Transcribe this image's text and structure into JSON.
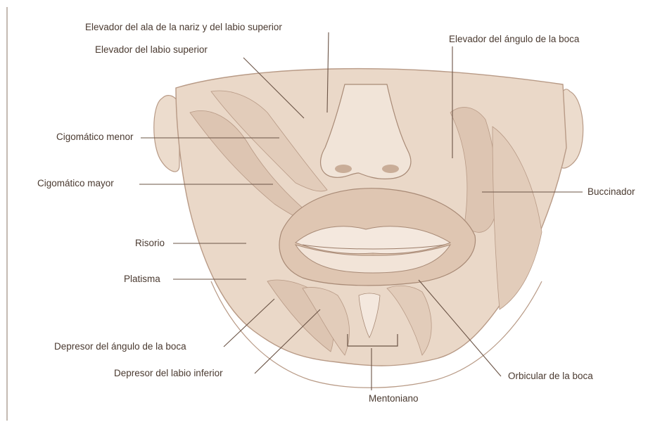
{
  "labels": {
    "elevador_ala_nariz": "Elevador del ala de la nariz y del labio superior",
    "elevador_labio_superior": "Elevador del labio superior",
    "elevador_angulo_boca": "Elevador del ángulo de la boca",
    "cigomatico_menor": "Cigomático menor",
    "cigomatico_mayor": "Cigomático mayor",
    "buccinador": "Buccinador",
    "risorio": "Risorio",
    "platisma": "Platisma",
    "depresor_angulo_boca": "Depresor del ángulo de la boca",
    "depresor_labio_inferior": "Depresor del labio inferior",
    "orbicular_boca": "Orbicular de la boca",
    "mentoniano": "Mentoniano"
  },
  "colors": {
    "illustration_fill": "#ead8c8",
    "illustration_stroke": "#b89a86",
    "leader_line": "#6b5446",
    "label_text": "#4a3a30"
  }
}
